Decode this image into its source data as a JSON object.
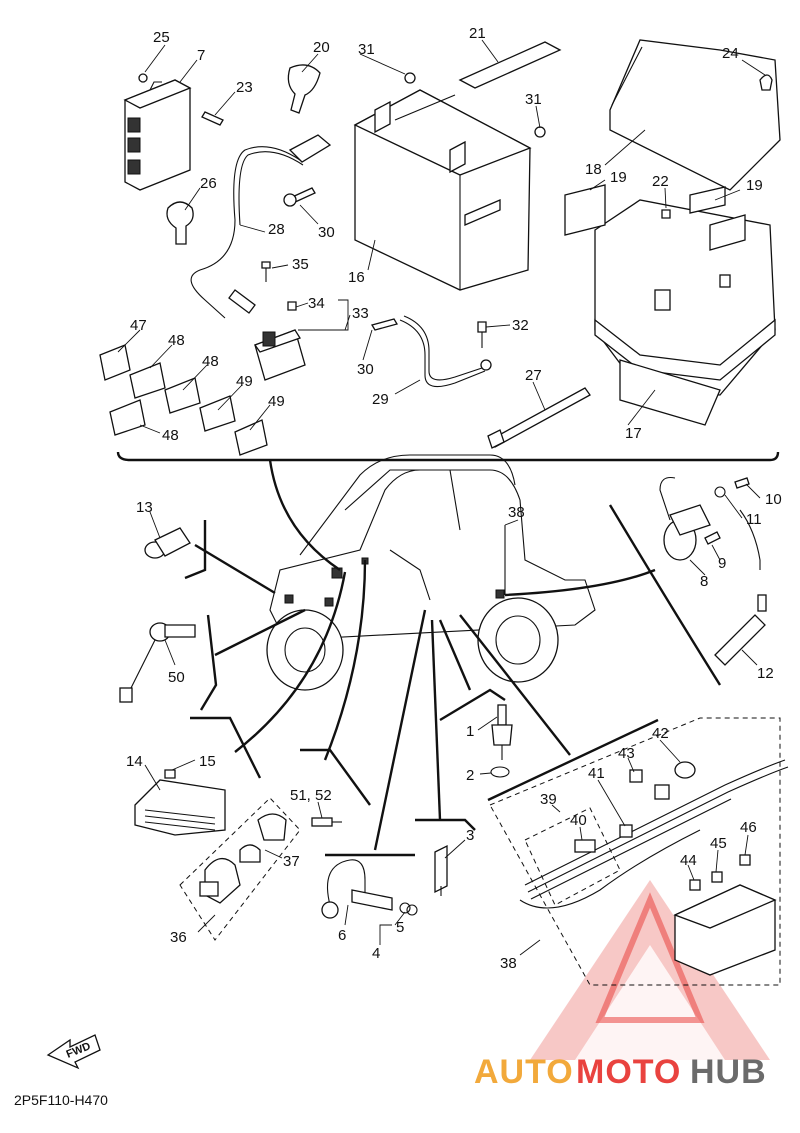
{
  "diagram_code": "2P5F110-H470",
  "fwd_label": "FWD",
  "watermark": {
    "part1": "AUTO",
    "part2": "MOTO",
    "part3": "HUB",
    "colors": {
      "auto": "#f2a93b",
      "moto": "#e9433f",
      "hub": "#6b6b6b",
      "triangle": "#e9433f"
    }
  },
  "callouts": {
    "c1": "1",
    "c2": "2",
    "c3": "3",
    "c4": "4",
    "c5": "5",
    "c6": "6",
    "c7": "7",
    "c8": "8",
    "c9": "9",
    "c10": "10",
    "c11": "11",
    "c12": "12",
    "c13": "13",
    "c14": "14",
    "c15": "15",
    "c16": "16",
    "c17": "17",
    "c18": "18",
    "c19a": "19",
    "c19b": "19",
    "c20": "20",
    "c21": "21",
    "c22": "22",
    "c23": "23",
    "c24": "24",
    "c25": "25",
    "c26": "26",
    "c27": "27",
    "c28": "28",
    "c29": "29",
    "c30a": "30",
    "c30b": "30",
    "c31a": "31",
    "c31b": "31",
    "c32": "32",
    "c33": "33",
    "c34": "34",
    "c35": "35",
    "c36": "36",
    "c37": "37",
    "c38a": "38",
    "c38b": "38",
    "c39": "39",
    "c40": "40",
    "c41": "41",
    "c42": "42",
    "c43": "43",
    "c44": "44",
    "c45": "45",
    "c46": "46",
    "c47": "47",
    "c48a": "48",
    "c48b": "48",
    "c48c": "48",
    "c49a": "49",
    "c49b": "49",
    "c50": "50",
    "c5152": "51, 52"
  }
}
